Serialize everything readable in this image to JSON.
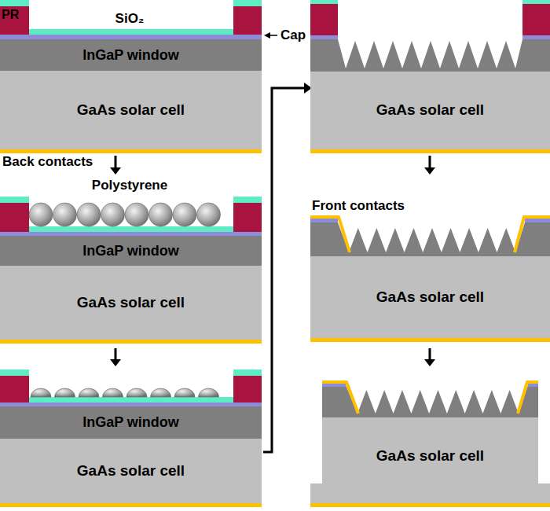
{
  "diagram": {
    "nodes": [
      {
        "text": [
          "PR"
        ]
      },
      {
        "text": [
          "InGaP window"
        ]
      },
      {
        "text": [
          "GaAs solar cell"
        ]
      },
      {
        "text": [
          "InGaP window"
        ]
      },
      {
        "text": [
          "GaAs solar cell"
        ]
      },
      {
        "text": [
          "InGaP window"
        ]
      },
      {
        "text": [
          "GaAs solar cell"
        ]
      },
      {
        "text": [
          "GaAs solar cell"
        ]
      },
      {
        "text": [
          "GaAs solar cell"
        ]
      },
      {
        "text": [
          "GaAs solar cell"
        ]
      }
    ],
    "labels": [
      "SiO₂",
      "Cap",
      "Back contacts",
      "Polystyrene",
      "Front contacts"
    ]
  }
}
